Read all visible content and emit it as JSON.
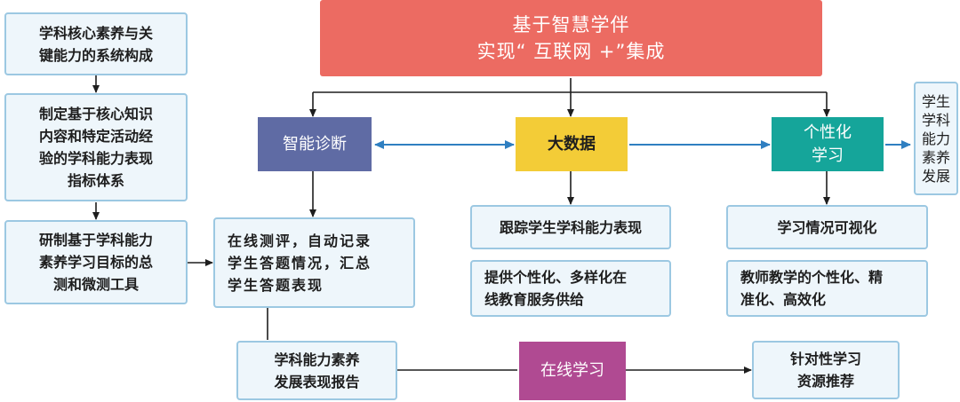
{
  "title": "基于智慧学伴\n实现“ 互联网 +”集成",
  "left_column": {
    "core": "学科核心素养与关\n键能力的系统构成",
    "indicator": "制定基于核心知识\n内容和特定活动经\n验的学科能力表现\n指标体系",
    "tools": "研制基于学科能力\n素养学习目标的总\n测和微测工具"
  },
  "hubs": {
    "diagnosis": "智能诊断",
    "big_data": "大数据",
    "personalized": "个性化\n学习",
    "online": "在线学习"
  },
  "diagnosis_branch": {
    "online_test": "在线测评，自动记录\n学生答题情况，汇总\n学生答题表现",
    "report": "学科能力素养\n发展表现报告"
  },
  "big_data_branch": {
    "track": "跟踪学生学科能力表现",
    "services": "提供个性化、多样化在\n线教育服务供给"
  },
  "personalized_branch": {
    "visualize": "学习情况可视化",
    "teaching": "教师教学的个性化、精\n准化、高效化",
    "resources": "针对性学习\n资源推荐"
  },
  "outcome": "学生\n学科\n能力\n素养\n发展",
  "colors": {
    "title": "#ec6b62",
    "diagnosis": "#5f6ba4",
    "big_data": "#f3cc37",
    "personalized": "#15a59a",
    "online": "#b04a92",
    "box_fill": "#eef6fb",
    "box_border": "#9cc8e2",
    "arrow_blue": "#2f7fc1",
    "line": "#1e1e1e"
  }
}
